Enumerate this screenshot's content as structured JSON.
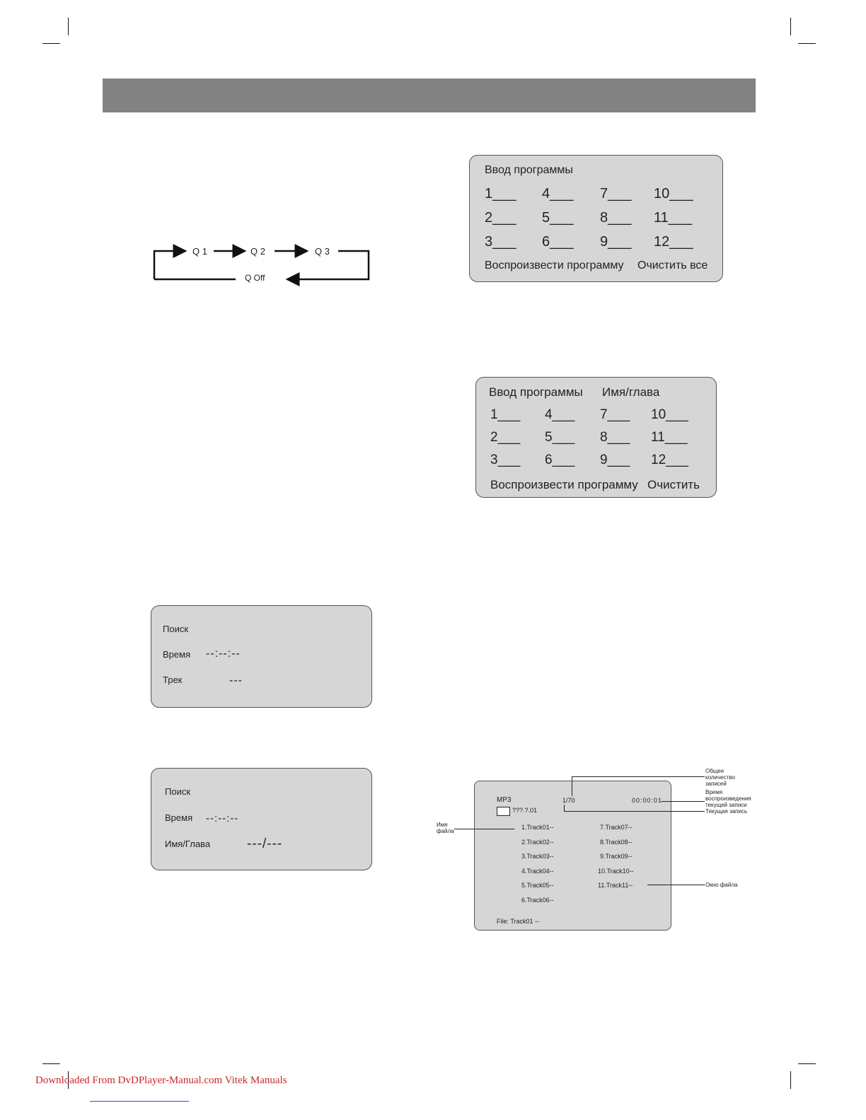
{
  "loop_diagram": {
    "nodes": [
      "Q 1",
      "Q 2",
      "Q 3"
    ],
    "return_label": "Q Off"
  },
  "program_panel_1": {
    "title": "Ввод программы",
    "slots": [
      "1___",
      "4___",
      "7___",
      "10___",
      "2___",
      "5___",
      "8___",
      "11___",
      "3___",
      "6___",
      "9___",
      "12___"
    ],
    "play_label": "Воспроизвести программу",
    "clear_label": "Очистить все"
  },
  "program_panel_2": {
    "title": "Ввод программы",
    "subtitle": "Имя/глава",
    "slots": [
      "1___",
      "4___",
      "7___",
      "10___",
      "2___",
      "5___",
      "8___",
      "11___",
      "3___",
      "6___",
      "9___",
      "12___"
    ],
    "play_label": "Воспроизвести программу",
    "clear_label": "Очистить"
  },
  "search_panel_1": {
    "title": "Поиск",
    "time_label": "Время",
    "time_value": "--:--:--",
    "track_label": "Трек",
    "track_value": "---"
  },
  "search_panel_2": {
    "title": "Поиск",
    "time_label": "Время",
    "time_value": "--:--:--",
    "chapter_label": "Имя/Глава",
    "chapter_value": "---/---"
  },
  "mp3_screen": {
    "format": "MP3",
    "folder": "???.?.01",
    "counter": "1/70",
    "time": "00:00:01",
    "tracks": [
      "1.Track01--",
      "2.Track02--",
      "3.Track03--",
      "4.Track04--",
      "5.Track05--",
      "6.Track06--",
      "7.Track07--",
      "8.Track08--",
      "9.Track09--",
      "10.Track10--",
      "11.Track11--"
    ],
    "file_line": "File: Track01 --",
    "annotations": {
      "total": "Общее\nколичество\nзаписей",
      "playtime": "Время\nвоспроизведения\nтекущей записи",
      "current": "Текущая запись",
      "filename": "Имя\nфайла",
      "window": "Окно файла"
    }
  },
  "footer": {
    "link": "Downloaded From DvDPlayer-Manual.com Vitek Manuals"
  }
}
